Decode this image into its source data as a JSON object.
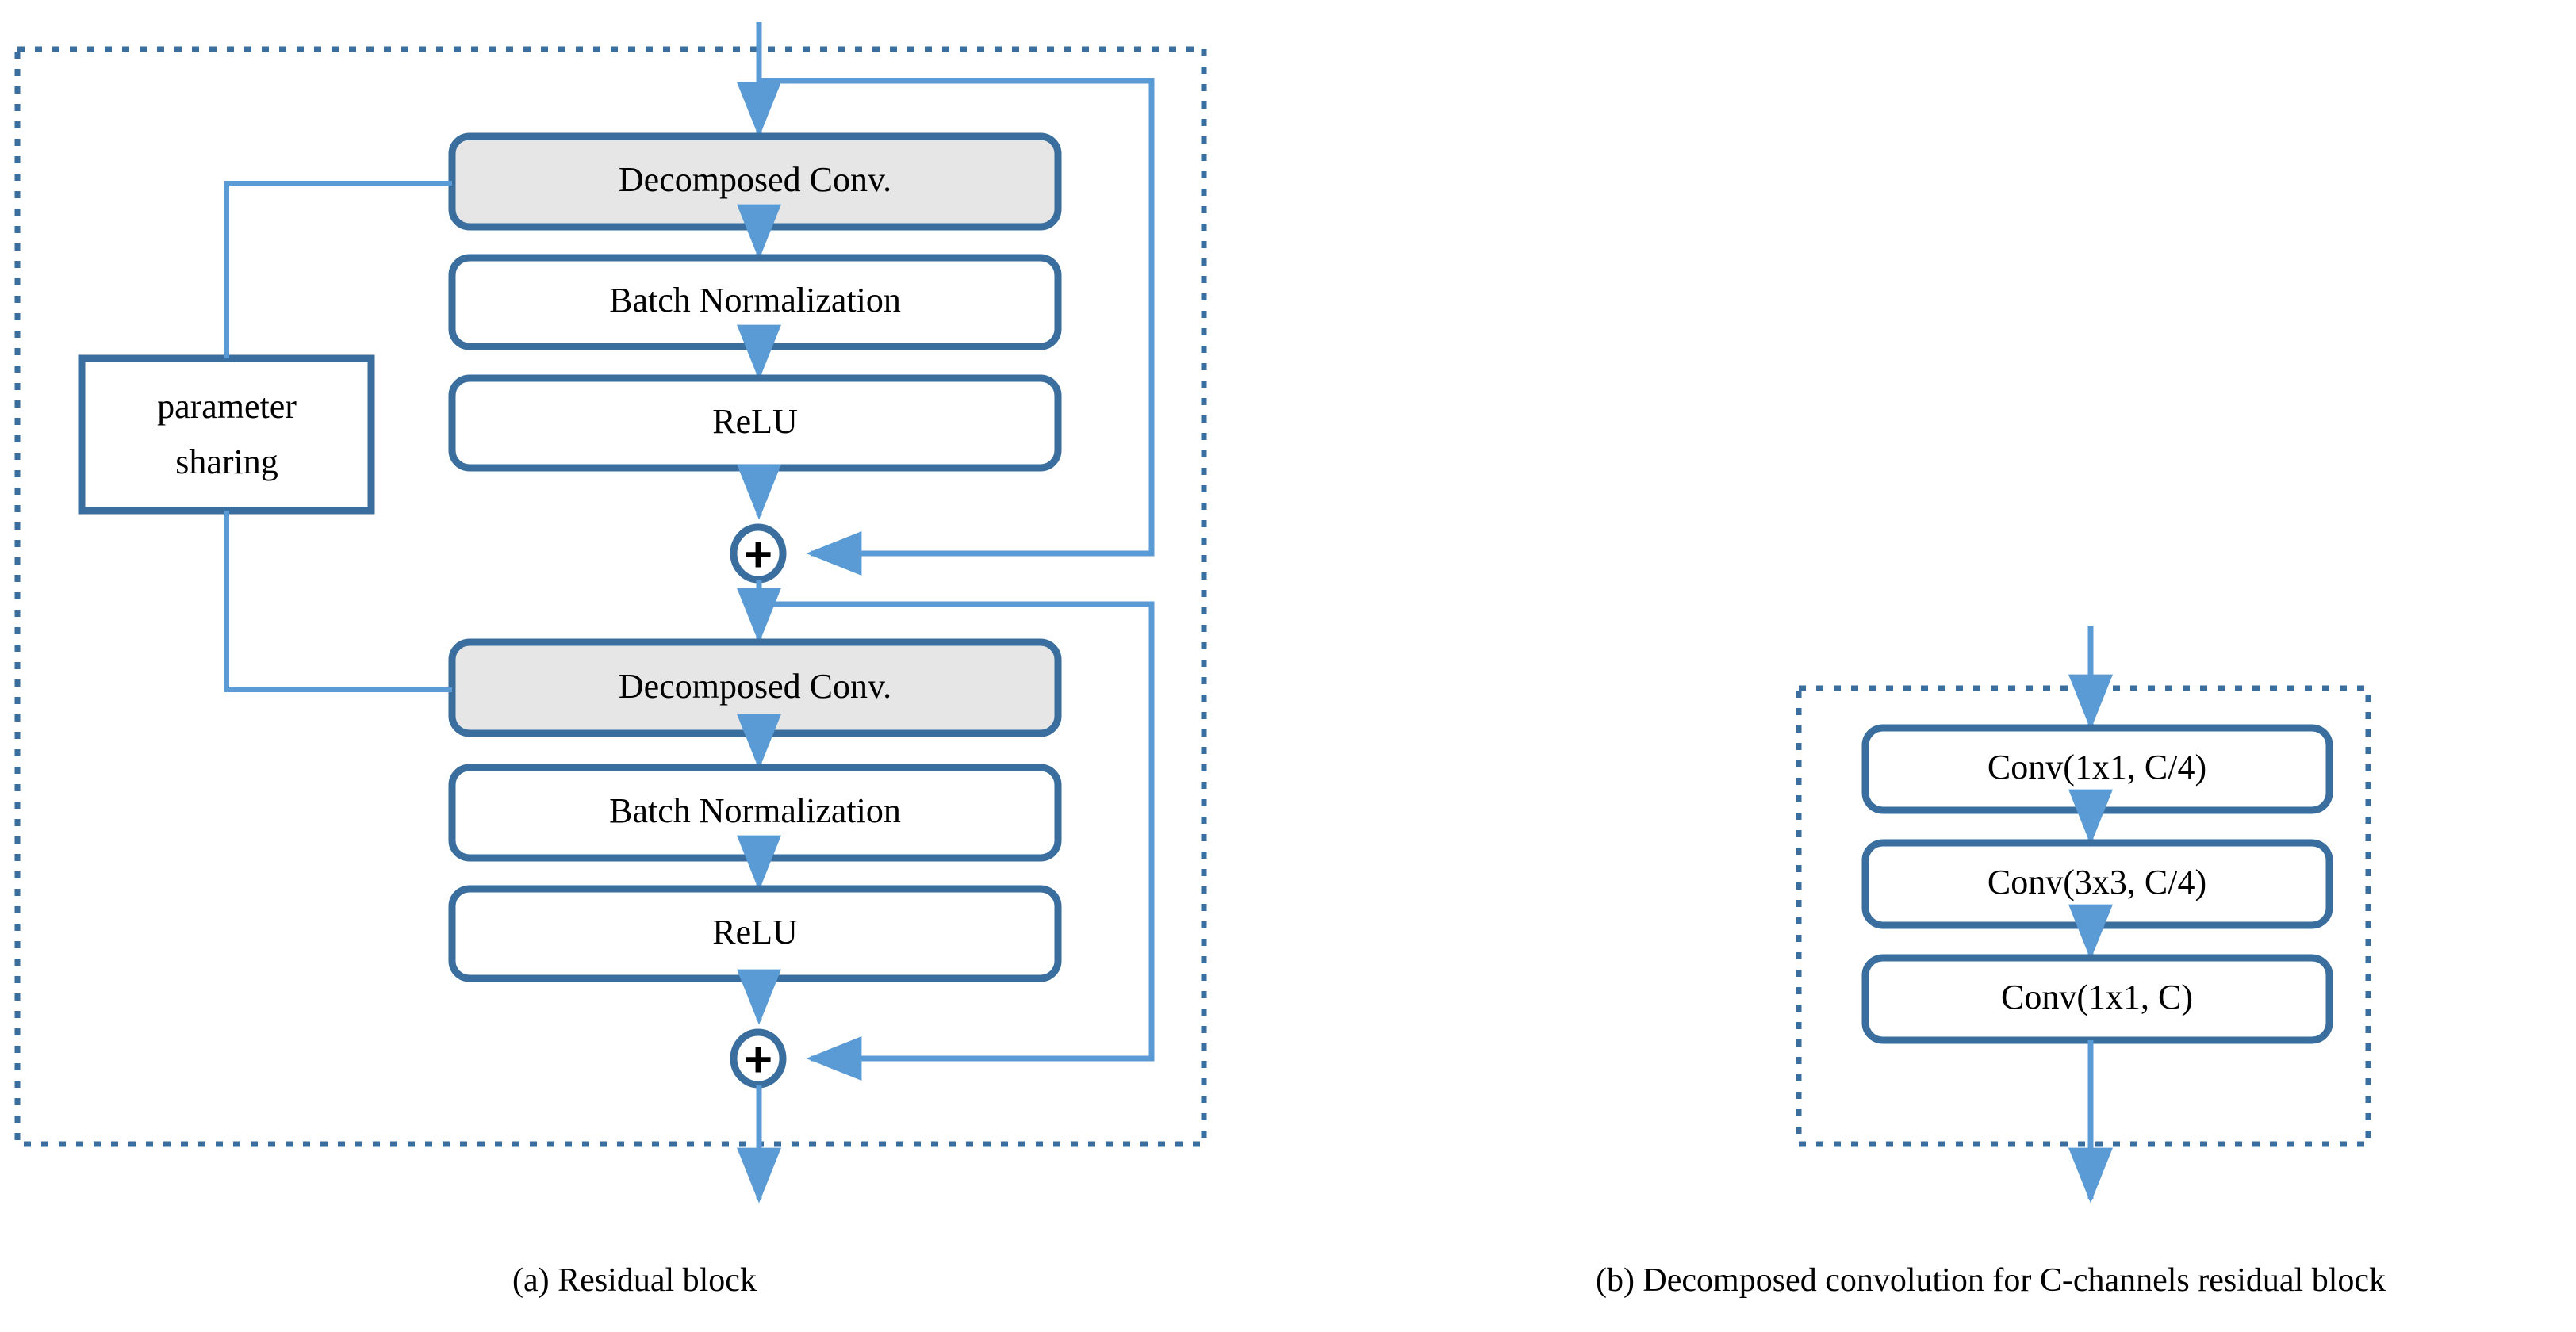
{
  "figure": {
    "background_color": "#ffffff",
    "palette": {
      "box_stroke": "#3A6E9E",
      "box_fill_plain": "#ffffff",
      "box_fill_shaded": "#E6E6E6",
      "arrow_color": "#5B9BD5",
      "dotted_border_color": "#3A6E9E",
      "text_color": "#000000"
    },
    "panels": [
      {
        "id": "panel-a",
        "caption": "(a) Residual block",
        "dotted_container": true,
        "blocks": [
          {
            "id": "decomposed-conv-1",
            "label": "Decomposed Conv.",
            "shaded": true
          },
          {
            "id": "batch-norm-1",
            "label": "Batch Normalization",
            "shaded": false
          },
          {
            "id": "relu-1",
            "label": "ReLU",
            "shaded": false
          },
          {
            "id": "add-1",
            "label": "+",
            "shape": "circle"
          },
          {
            "id": "decomposed-conv-2",
            "label": "Decomposed Conv.",
            "shaded": true
          },
          {
            "id": "batch-norm-2",
            "label": "Batch Normalization",
            "shaded": false
          },
          {
            "id": "relu-2",
            "label": "ReLU",
            "shaded": false
          },
          {
            "id": "add-2",
            "label": "+",
            "shape": "circle"
          }
        ],
        "side_note": {
          "id": "parameter-sharing",
          "line1": "parameter",
          "line2": "sharing"
        }
      },
      {
        "id": "panel-b",
        "caption": "(b) Decomposed convolution for C-channels residual block",
        "dotted_container": true,
        "blocks": [
          {
            "id": "conv-1x1-c4",
            "label": "Conv(1x1, C/4)",
            "shaded": false
          },
          {
            "id": "conv-3x3-c4",
            "label": "Conv(3x3, C/4)",
            "shaded": false
          },
          {
            "id": "conv-1x1-c",
            "label": "Conv(1x1, C)",
            "shaded": false
          }
        ]
      }
    ]
  }
}
